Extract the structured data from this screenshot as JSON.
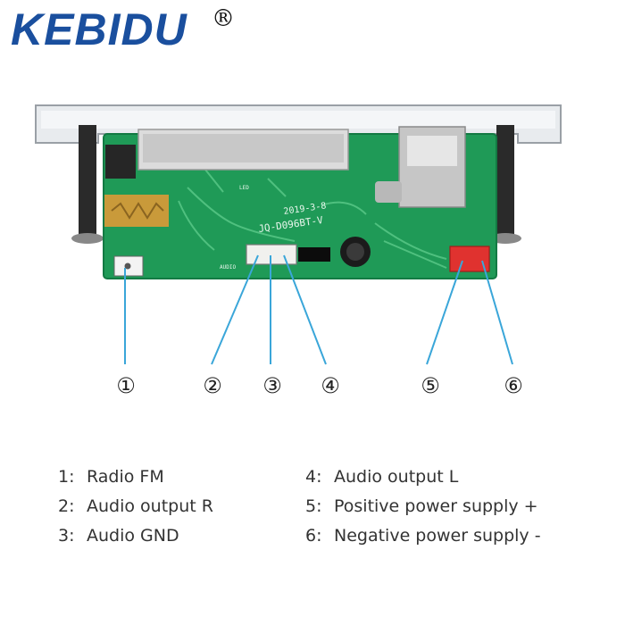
{
  "brand": {
    "name": "KEBIDU",
    "registered": "®"
  },
  "board": {
    "label_rev": "JQ-D096BT-V",
    "label_date": "2019-3-8",
    "label_audio": "AUDIO",
    "label_led": "LED",
    "colors": {
      "pcb": "#1f9a57",
      "pcb_trace": "#4fc07f",
      "connector_red": "#e0322f",
      "callout_line": "#3aa6d9"
    }
  },
  "callouts": [
    "①",
    "②",
    "③",
    "④",
    "⑤",
    "⑥"
  ],
  "legend": [
    {
      "num": "1:",
      "text": "Radio FM"
    },
    {
      "num": "2:",
      "text": "Audio output R"
    },
    {
      "num": "3:",
      "text": "Audio GND"
    },
    {
      "num": "4:",
      "text": "Audio output L"
    },
    {
      "num": "5:",
      "text": "Positive power supply +"
    },
    {
      "num": "6:",
      "text": "Negative power supply -"
    }
  ]
}
